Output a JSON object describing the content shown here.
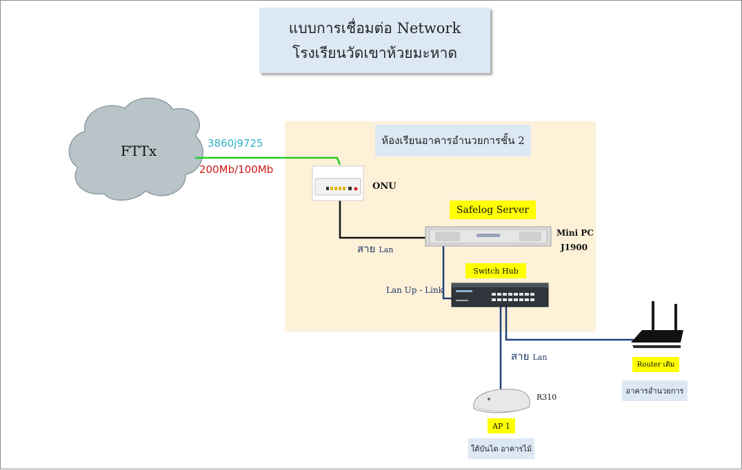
{
  "title": {
    "line1": "แบบการเชื่อมต่อ Network",
    "line2": "โรงเรียนวัดเขาห้วยมะหาด"
  },
  "cloud": {
    "label": "FTTx"
  },
  "fiber": {
    "circuit_id": "3860j9725",
    "speed": "200Mb/100Mb",
    "circuit_color": "#2fb0c8",
    "speed_color": "#d01818",
    "line_color": "#22cc22"
  },
  "zone": {
    "label": "ห้องเรียนอาคารอำนวยการชั้น 2",
    "fill": "#fdf1d8"
  },
  "devices": {
    "onu": {
      "label": "ONU"
    },
    "server": {
      "tag": "Safelog Server",
      "name_line1": "Mini PC",
      "name_line2": "J1900"
    },
    "switch": {
      "tag": "Switch Hub"
    },
    "router": {
      "tag": "Router เดิม",
      "location": "อาคารอำนวยการ"
    },
    "ap": {
      "model": "R310",
      "tag": "AP 1",
      "location": "ใต้บันได อาคารไม้"
    }
  },
  "links": {
    "onu_to_server": {
      "prefix": "สาย",
      "suffix": "Lan"
    },
    "uplink": "Lan Up - Link",
    "switch_to_ap": {
      "prefix": "สาย",
      "suffix": "Lan"
    }
  },
  "colors": {
    "title_fill": "#dde8f5",
    "tag_fill": "#ffff00",
    "lan_line": "#1f3f7a",
    "cable_black": "#111111"
  }
}
